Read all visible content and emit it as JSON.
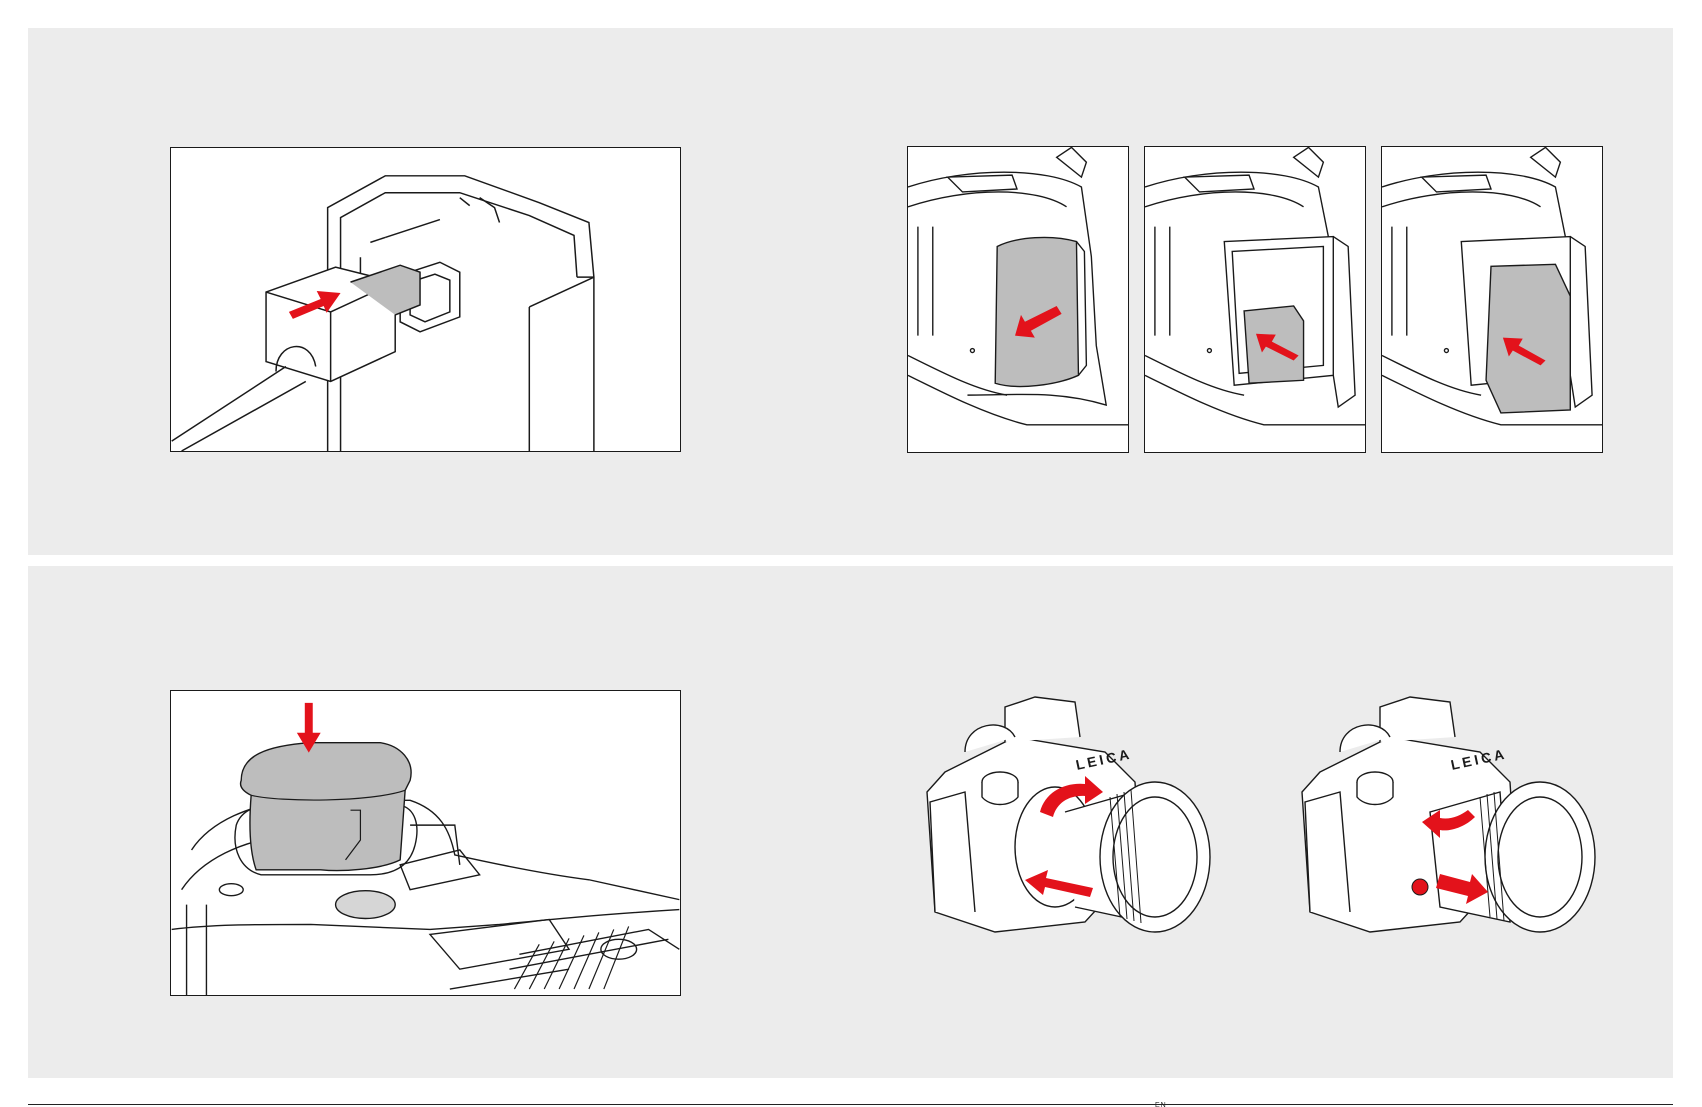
{
  "figures": [
    {
      "id": "usb-charging",
      "arrow_color": "#e3121b"
    },
    {
      "id": "card-slot-open-cover",
      "arrow_color": "#e3121b"
    },
    {
      "id": "card-slot-insert-sd",
      "arrow_color": "#e3121b"
    },
    {
      "id": "card-slot-insert-cf",
      "arrow_color": "#e3121b"
    },
    {
      "id": "battery-insertion",
      "arrow_color": "#e3121b"
    },
    {
      "id": "lens-attach",
      "arrow_color": "#e3121b"
    },
    {
      "id": "lens-detach",
      "arrow_color": "#e3121b"
    }
  ],
  "camera": {
    "brand_label": "LEICA"
  },
  "colors": {
    "panel": "#ececec",
    "accent": "#e3121b",
    "line": "#1a1a1a",
    "fill_gray": "#bdbdbd"
  },
  "footer": {
    "text": "EN"
  }
}
